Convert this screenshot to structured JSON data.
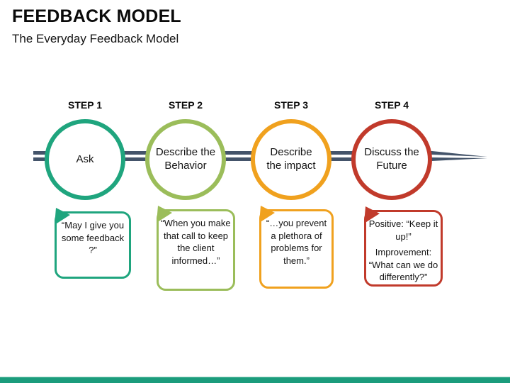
{
  "slide": {
    "title": "FEEDBACK MODEL",
    "subtitle": "The Everyday Feedback Model"
  },
  "colors": {
    "timeline": "#44546A",
    "footer_bar": "#1B9C7C"
  },
  "steps": [
    {
      "label": "STEP 1",
      "circle_text": "Ask",
      "color": "#1FA57E",
      "callout": [
        "“May I give you some feedback ?”"
      ]
    },
    {
      "label": "STEP 2",
      "circle_text": "Describe the Behavior",
      "color": "#9BBD5A",
      "callout": [
        "“When you make that call to keep the client informed…”"
      ]
    },
    {
      "label": "STEP 3",
      "circle_text": "Describe the impact",
      "color": "#F0A11E",
      "callout": [
        "“…you prevent a plethora of problems for them.”"
      ]
    },
    {
      "label": "STEP 4",
      "circle_text": "Discuss the Future",
      "color": "#C13A2B",
      "callout": [
        "Positive: “Keep it up!”",
        "Improvement: “What can we do differently?”"
      ]
    }
  ]
}
